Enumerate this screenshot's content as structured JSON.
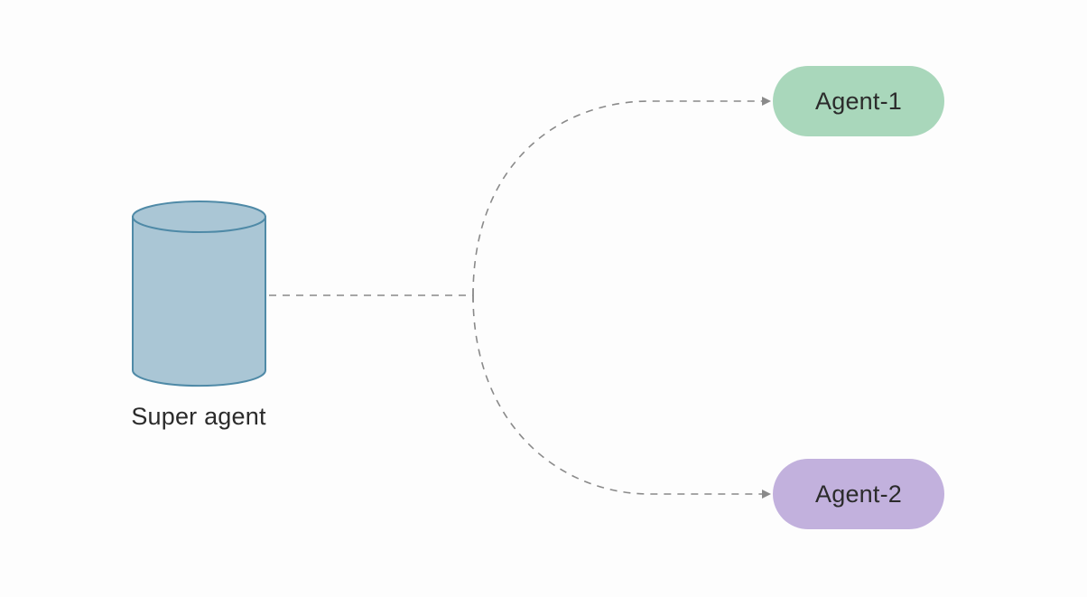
{
  "diagram": {
    "super_agent": {
      "label": "Super agent",
      "fill": "#aac6d5",
      "stroke": "#4f8aa7"
    },
    "agents": [
      {
        "label": "Agent-1",
        "fill": "#a9d7bb"
      },
      {
        "label": "Agent-2",
        "fill": "#c2b1dd"
      }
    ],
    "connector": {
      "stroke": "#8a8a8a",
      "style": "dashed"
    }
  }
}
